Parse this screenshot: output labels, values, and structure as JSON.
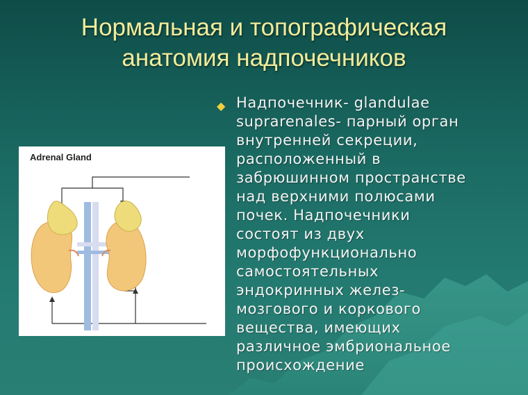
{
  "title": {
    "line1": "Нормальная и топографическая",
    "line2": "анатомия надпочечников"
  },
  "figure": {
    "label": "Adrenal Gland"
  },
  "body": {
    "lines": [
      "Надпочечник- glandulae",
      "suprarenales- парный орган",
      "внутренней секреции,",
      "расположенный в",
      "забрюшинном пространстве",
      "над верхними полюсами",
      "почек. Надпочечники",
      "состоят из двух",
      "морфофункционально",
      "самостоятельных",
      "эндокринных желез-",
      "мозгового и коркового",
      "вещества, имеющих",
      "различное эмбриональное",
      "происхождение"
    ]
  },
  "colors": {
    "title": "#f2ec9a",
    "bullet": "#f0cf3c",
    "text": "#f4f4f4",
    "background": "#1a6a62"
  }
}
